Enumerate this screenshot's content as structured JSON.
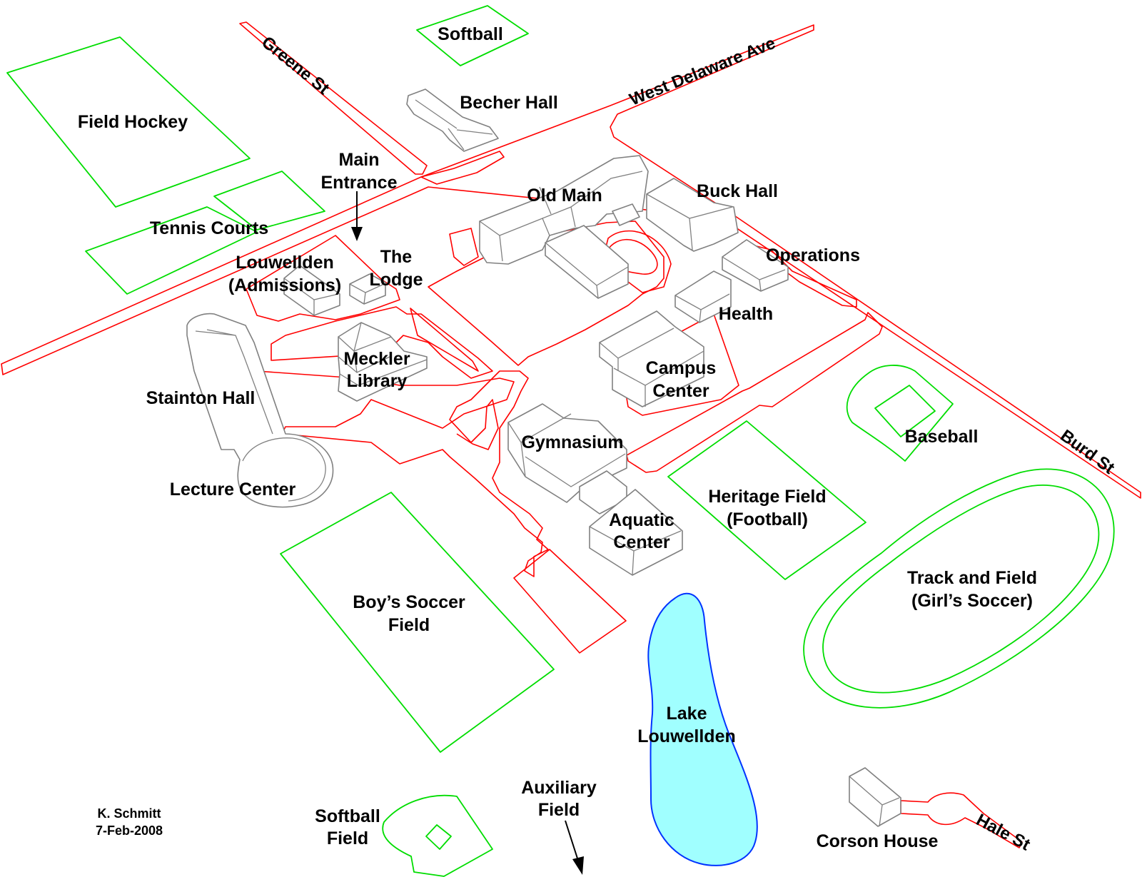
{
  "colors": {
    "road": "#ff0000",
    "field": "#00dd00",
    "building": "#808080",
    "lake_fill": "#a0ffff",
    "lake_edge": "#0033ff",
    "background": "#ffffff",
    "text": "#000000"
  },
  "streets": {
    "greene": "Greene St",
    "west_delaware": "West Delaware Ave",
    "burd": "Burd St",
    "hale": "Hale St"
  },
  "labels": {
    "softball_top": "Softball",
    "becher_hall": "Becher Hall",
    "field_hockey": "Field Hockey",
    "main_entrance_1": "Main",
    "main_entrance_2": "Entrance",
    "old_main": "Old Main",
    "buck_hall": "Buck Hall",
    "tennis_courts": "Tennis Courts",
    "louwellden_1": "Louwellden",
    "louwellden_2": "(Admissions)",
    "lodge_1": "The",
    "lodge_2": "Lodge",
    "operations": "Operations",
    "health": "Health",
    "meckler_1": "Meckler",
    "meckler_2": "Library",
    "stainton_hall": "Stainton Hall",
    "campus_center_1": "Campus",
    "campus_center_2": "Center",
    "baseball": "Baseball",
    "gymnasium": "Gymnasium",
    "lecture_center": "Lecture Center",
    "heritage_1": "Heritage Field",
    "heritage_2": "(Football)",
    "aquatic_1": "Aquatic",
    "aquatic_2": "Center",
    "track_1": "Track and Field",
    "track_2": "(Girl’s Soccer)",
    "boys_soccer_1": "Boy’s Soccer",
    "boys_soccer_2": "Field",
    "lake_1": "Lake",
    "lake_2": "Louwellden",
    "auxiliary_1": "Auxiliary",
    "auxiliary_2": "Field",
    "softball_field_1": "Softball",
    "softball_field_2": "Field",
    "corson_house": "Corson House"
  },
  "credit": {
    "author": "K. Schmitt",
    "date": "7-Feb-2008"
  }
}
